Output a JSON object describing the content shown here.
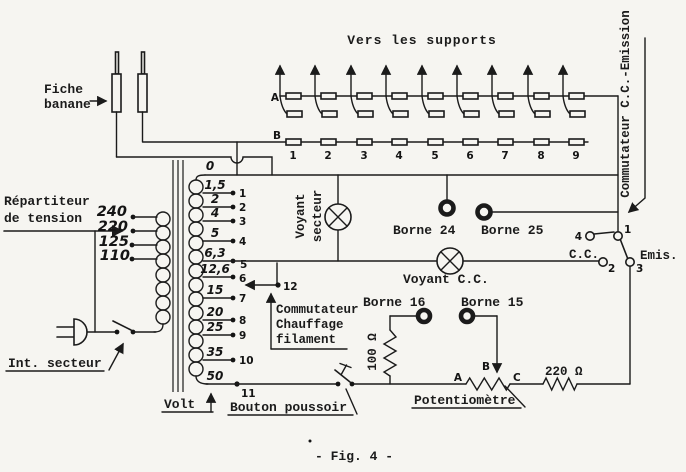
{
  "figure": {
    "caption": "- Fig. 4 -"
  },
  "supports": {
    "title": "Vers les supports",
    "row_a_label": "A",
    "row_b_label": "B",
    "numbers": [
      "1",
      "2",
      "3",
      "4",
      "5",
      "6",
      "7",
      "8",
      "9"
    ]
  },
  "banana": {
    "label_line1": "Fiche",
    "label_line2": "banane"
  },
  "mains": {
    "repartiteur_line1": "Répartiteur",
    "repartiteur_line2": "de tension",
    "primary_taps": [
      "240",
      "220",
      "125",
      "110"
    ],
    "int_secteur": "Int. secteur"
  },
  "transformer": {
    "top_tap": "0",
    "volt_label": "Volt",
    "aux_terminal": "12",
    "taps": [
      {
        "v": "1,5",
        "t": "1"
      },
      {
        "v": "2",
        "t": "2"
      },
      {
        "v": "4",
        "t": "3"
      },
      {
        "v": "5",
        "t": "4"
      },
      {
        "v": "6,3",
        "t": "5"
      },
      {
        "v": "12,6",
        "t": "6"
      },
      {
        "v": "15",
        "t": "7"
      },
      {
        "v": "20",
        "t": "8"
      },
      {
        "v": "25",
        "t": "9"
      },
      {
        "v": "35",
        "t": "10"
      },
      {
        "v": "50",
        "t": "11"
      }
    ]
  },
  "lamps": {
    "voyant_secteur_line1": "Voyant",
    "voyant_secteur_line2": "secteur",
    "voyant_cc": "Voyant C.C."
  },
  "bornes": {
    "borne24": "Borne 24",
    "borne25": "Borne 25",
    "borne16": "Borne 16",
    "borne15": "Borne 15"
  },
  "switches": {
    "cc_emission_title": "Commutateur C.C.-Emission",
    "c1": "1",
    "c2": "2",
    "c3": "3",
    "c4": "4",
    "cc_label": "C.C.",
    "emission_label": "Emis.",
    "chauffage_line1": "Commutateur",
    "chauffage_line2": "Chauffage",
    "chauffage_line3": "filament",
    "bouton_poussoir": "Bouton poussoir"
  },
  "resistors": {
    "r100": "100 Ω",
    "r220": "220 Ω",
    "pot_label": "Potentiomètre",
    "pot_a": "A",
    "pot_b": "B",
    "pot_c": "C"
  },
  "colors": {
    "ink": "#1b1b1b",
    "paper": "#f6f5f1"
  }
}
